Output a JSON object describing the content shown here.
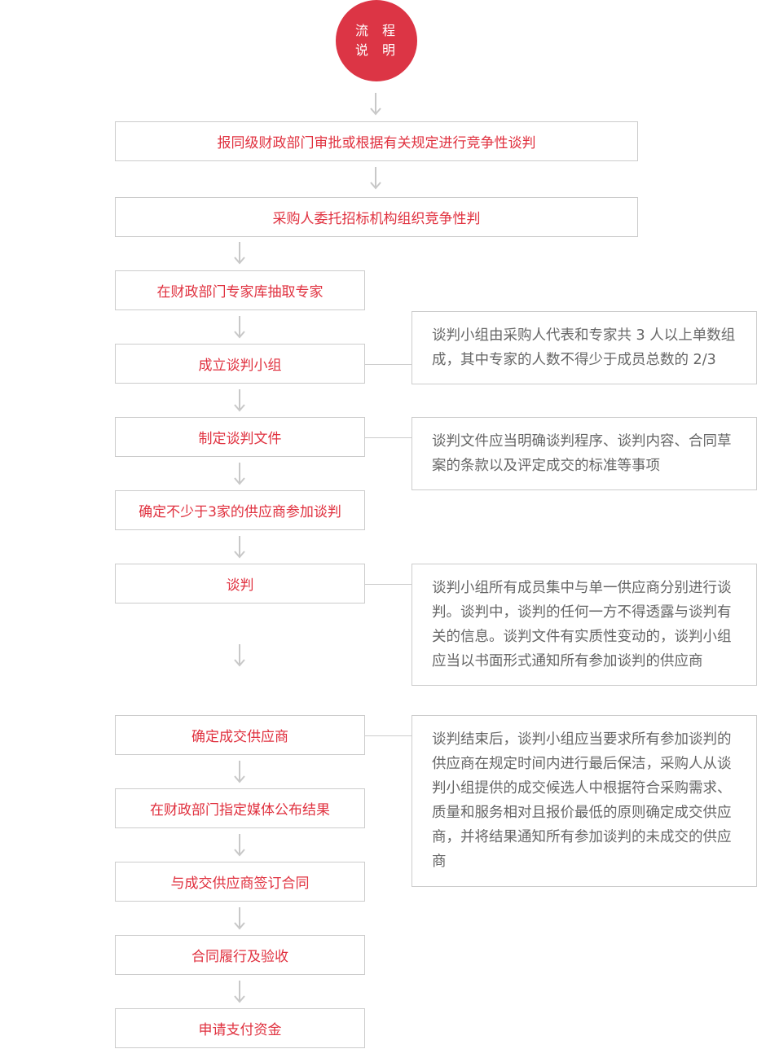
{
  "header": {
    "line1": "流 程",
    "line2": "说 明"
  },
  "steps": [
    "报同级财政部门审批或根据有关规定进行竞争性谈判",
    "采购人委托招标机构组织竞争性判",
    "在财政部门专家库抽取专家",
    "成立谈判小组",
    "制定谈判文件",
    "确定不少于3家的供应商参加谈判",
    "谈判",
    "确定成交供应商",
    "在财政部门指定媒体公布结果",
    "与成交供应商签订合同",
    "合同履行及验收",
    "申请支付资金"
  ],
  "notes": [
    "谈判小组由采购人代表和专家共 3 人以上单数组成，其中专家的人数不得少于成员总数的 2/3",
    "谈判文件应当明确谈判程序、谈判内容、合同草案的条款以及评定成交的标准等事项",
    "谈判小组所有成员集中与单一供应商分别进行谈判。谈判中，谈判的任何一方不得透露与谈判有关的信息。谈判文件有实质性变动的，谈判小组应当以书面形式通知所有参加谈判的供应商",
    "谈判结束后，谈判小组应当要求所有参加谈判的供应商在规定时间内进行最后保洁，采购人从谈判小组提供的成交候选人中根据符合采购需求、质量和服务相对且报价最低的原则确定成交供应商，并将结果通知所有参加谈判的未成交的供应商"
  ],
  "colors": {
    "accent": "#dc3545",
    "step_text": "#e0313f",
    "note_text": "#666666",
    "border": "#cccccc"
  }
}
